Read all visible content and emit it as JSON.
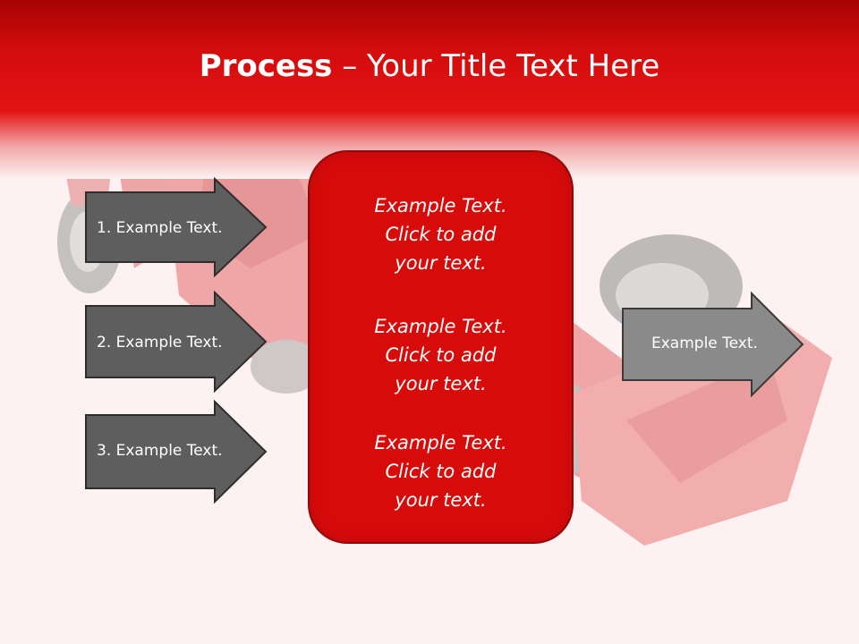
{
  "title": {
    "bold": "Process",
    "rest": " – Your Title Text Here"
  },
  "left_arrows": [
    {
      "label": "1. Example Text."
    },
    {
      "label": "2. Example Text."
    },
    {
      "label": "3. Example Text."
    }
  ],
  "center_blocks": [
    {
      "line1": "Example Text.",
      "line2": "Click  to add",
      "line3": "your text."
    },
    {
      "line1": "Example Text.",
      "line2": "Click  to add",
      "line3": "your text."
    },
    {
      "line1": "Example Text.",
      "line2": "Click  to add",
      "line3": "your text."
    }
  ],
  "right_arrow": {
    "label": "Example Text."
  },
  "colors": {
    "header_red": "#e31414",
    "box_red": "#d80b0b",
    "arrow_dark": "#5e5e5e",
    "arrow_light": "#8a8a8a"
  },
  "background_image": "formula-one-race-car"
}
